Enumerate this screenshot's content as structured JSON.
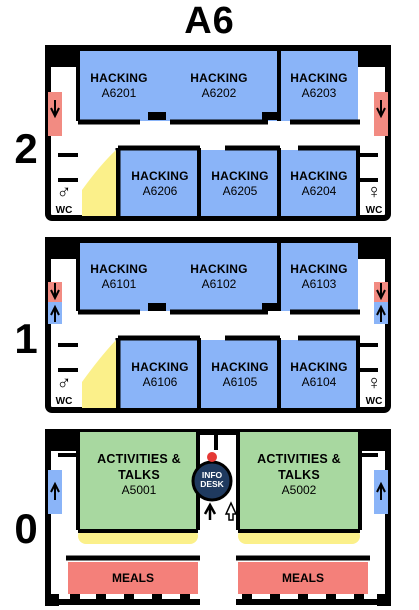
{
  "building": "A6",
  "floors": [
    {
      "label": "2",
      "rooms": [
        {
          "kind": "HACKING",
          "number": "A6201"
        },
        {
          "kind": "HACKING",
          "number": "A6202"
        },
        {
          "kind": "HACKING",
          "number": "A6203"
        },
        {
          "kind": "HACKING",
          "number": "A6206"
        },
        {
          "kind": "HACKING",
          "number": "A6205"
        },
        {
          "kind": "HACKING",
          "number": "A6204"
        }
      ],
      "wc_left": "WC",
      "wc_right": "WC"
    },
    {
      "label": "1",
      "rooms": [
        {
          "kind": "HACKING",
          "number": "A6101"
        },
        {
          "kind": "HACKING",
          "number": "A6102"
        },
        {
          "kind": "HACKING",
          "number": "A6103"
        },
        {
          "kind": "HACKING",
          "number": "A6106"
        },
        {
          "kind": "HACKING",
          "number": "A6105"
        },
        {
          "kind": "HACKING",
          "number": "A6104"
        }
      ],
      "wc_left": "WC",
      "wc_right": "WC"
    },
    {
      "label": "0",
      "rooms": [
        {
          "kind": "ACTIVITIES & TALKS",
          "number": "A5001"
        },
        {
          "kind": "ACTIVITIES & TALKS",
          "number": "A5002"
        }
      ],
      "info_desk": "INFO DESK",
      "meals": [
        "MEALS",
        "MEALS"
      ]
    }
  ],
  "colors": {
    "hacking": "#8ab4f8",
    "activities": "#a8d8a0",
    "meals": "#f4807a",
    "stairs_down": "#f28b82",
    "stairs_up": "#8ab4f8",
    "corridor_highlight": "#fbf08a",
    "info_desk": "#1f3a5f",
    "wall": "#000000"
  },
  "icons": [
    "male-icon",
    "female-icon",
    "stairs-down-icon",
    "stairs-up-icon",
    "arrow-up-icon",
    "info-icon"
  ]
}
